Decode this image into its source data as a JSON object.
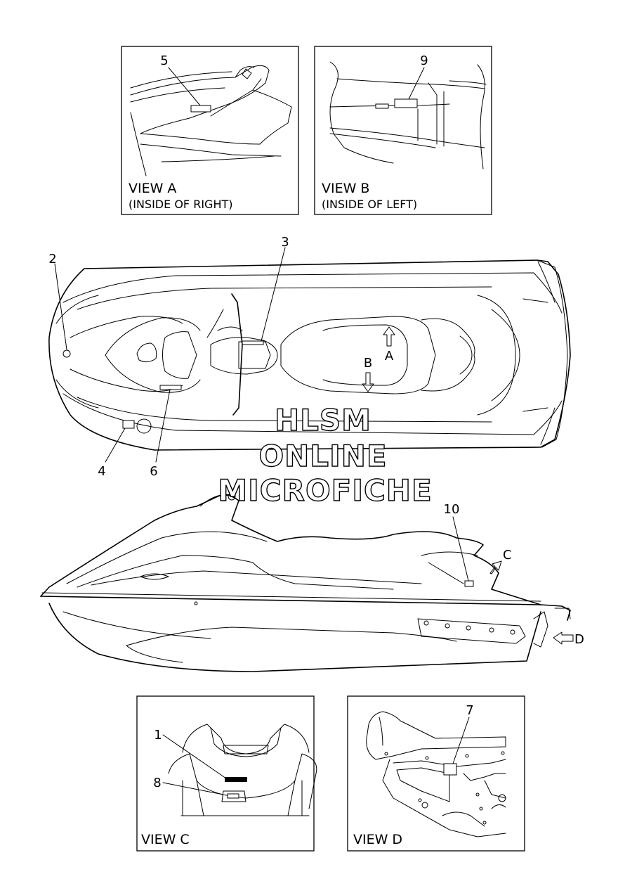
{
  "callouts": [
    "1",
    "2",
    "3",
    "4",
    "5",
    "6",
    "7",
    "8",
    "9",
    "10"
  ],
  "views": {
    "a": {
      "title": "VIEW A",
      "subtitle": "(INSIDE OF RIGHT)"
    },
    "b": {
      "title": "VIEW B",
      "subtitle": "(INSIDE OF LEFT)"
    },
    "c": {
      "title": "VIEW C"
    },
    "d": {
      "title": "VIEW D"
    }
  },
  "arrows": {
    "a": "A",
    "b": "B",
    "c": "C",
    "d": "D"
  },
  "watermark": [
    "HLSM",
    "ONLINE",
    "MICROFICHE"
  ]
}
